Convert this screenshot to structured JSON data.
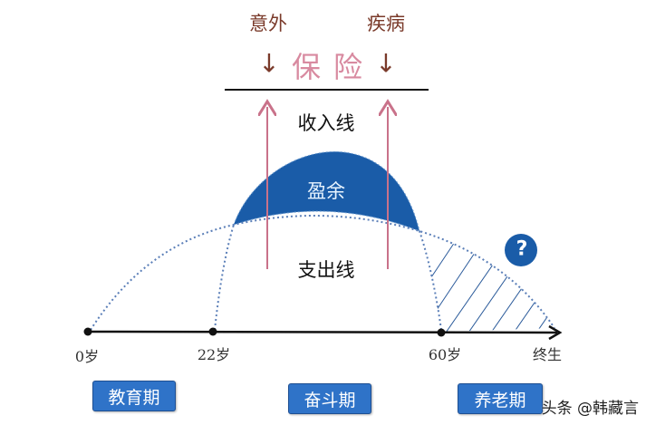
{
  "top": {
    "risk_left": "意外",
    "risk_right": "疾病",
    "insurance": "保险",
    "down_arrow": "↓"
  },
  "curves": {
    "income_line": "收入线",
    "surplus": "盈余",
    "expense_line": "支出线"
  },
  "question_mark": "?",
  "axis": {
    "ticks": [
      "0岁",
      "22岁",
      "60岁",
      "终生"
    ]
  },
  "phases": [
    "教育期",
    "奋斗期",
    "养老期"
  ],
  "watermark": "头条 @韩藏言",
  "colors": {
    "surplus_fill": "#1a5ca8",
    "phase_button": "#2f73c8",
    "insurance_text": "#d88aa0",
    "income_arrow": "#c9728a"
  }
}
